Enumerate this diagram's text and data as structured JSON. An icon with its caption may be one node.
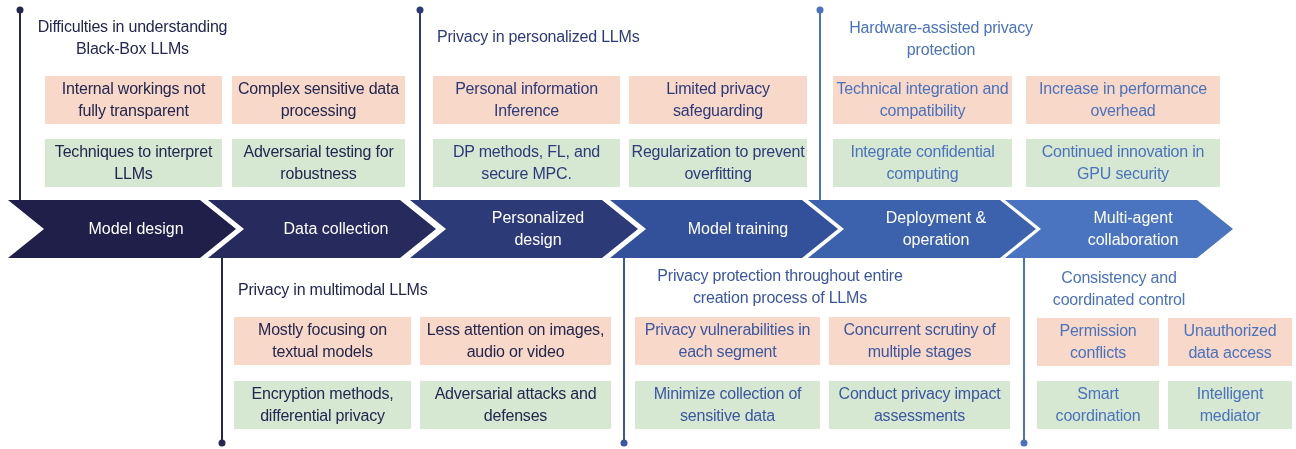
{
  "diagram": {
    "nodes": [
      {
        "text": [
          "Model design"
        ]
      },
      {
        "text": [
          "Data collection"
        ]
      },
      {
        "text": [
          "Personalized design"
        ]
      },
      {
        "text": [
          "Model training"
        ]
      },
      {
        "text": [
          "Deployment & operation"
        ]
      },
      {
        "text": [
          "Multi-agent collaboration"
        ]
      },
      {
        "text": [
          "Internal workings not fully transparent"
        ]
      },
      {
        "text": [
          "Complex sensitive data processing"
        ]
      },
      {
        "text": [
          "Techniques to interpret LLMs"
        ]
      },
      {
        "text": [
          "Adversarial testing for robustness"
        ]
      },
      {
        "text": [
          "Mostly focusing on textual models"
        ]
      },
      {
        "text": [
          "Less attention on images, audio or video"
        ]
      },
      {
        "text": [
          "Encryption methods, differential privacy"
        ]
      },
      {
        "text": [
          "Adversarial attacks and defenses"
        ]
      },
      {
        "text": [
          "Personal information Inference"
        ]
      },
      {
        "text": [
          "Limited privacy safeguarding"
        ]
      },
      {
        "text": [
          "DP methods, FL, and secure MPC."
        ]
      },
      {
        "text": [
          "Regularization to prevent overfitting"
        ]
      },
      {
        "text": [
          "Privacy vulnerabilities in each segment"
        ]
      },
      {
        "text": [
          "Concurrent scrutiny of multiple stages"
        ]
      },
      {
        "text": [
          "Minimize collection of sensitive data"
        ]
      },
      {
        "text": [
          "Conduct privacy impact assessments"
        ]
      },
      {
        "text": [
          "Technical integration and compatibility"
        ]
      },
      {
        "text": [
          "Increase in performance overhead"
        ]
      },
      {
        "text": [
          "Integrate confidential computing"
        ]
      },
      {
        "text": [
          "Continued innovation in GPU security"
        ]
      },
      {
        "text": [
          "Permission conflicts"
        ]
      },
      {
        "text": [
          "Unauthorized data access"
        ]
      },
      {
        "text": [
          "Smart coordination"
        ]
      },
      {
        "text": [
          "Intelligent mediator"
        ]
      }
    ],
    "labels": [
      "Difficulties in understanding Black-Box LLMs",
      "Privacy in multimodal LLMs",
      "Privacy in personalized LLMs",
      "Privacy protection throughout entire creation process of LLMs",
      "Hardware-assisted privacy protection",
      "Consistency and coordinated control"
    ]
  }
}
